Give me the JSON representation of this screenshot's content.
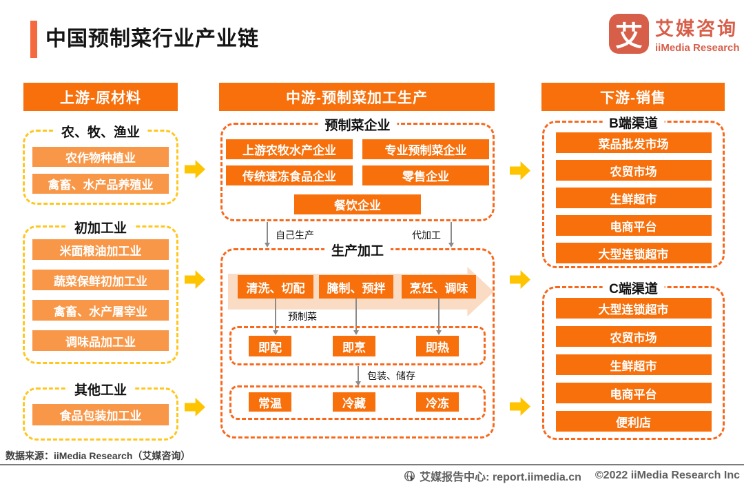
{
  "header": {
    "title": "中国预制菜行业产业链",
    "logo": {
      "icon_char": "艾",
      "name_cn": "艾媒咨询",
      "name_en": "iiMedia Research"
    }
  },
  "columns": {
    "upstream": {
      "header": "上游-原材料",
      "groups": [
        {
          "label": "农、牧、渔业",
          "items": [
            "农作物种植业",
            "禽畜、水产品养殖业"
          ]
        },
        {
          "label": "初加工业",
          "items": [
            "米面粮油加工业",
            "蔬菜保鲜初加工业",
            "禽畜、水产屠宰业",
            "调味品加工业"
          ]
        },
        {
          "label": "其他工业",
          "items": [
            "食品包装加工业"
          ]
        }
      ]
    },
    "midstream": {
      "header": "中游-预制菜加工生产",
      "enterprise_group": {
        "label": "预制菜企业",
        "items": [
          "上游农牧水产企业",
          "专业预制菜企业",
          "传统速冻食品企业",
          "零售企业",
          "餐饮企业"
        ]
      },
      "flow_labels": {
        "self_produce": "自己生产",
        "outsource": "代加工"
      },
      "production_group": {
        "label": "生产加工",
        "process_steps": [
          "清洗、切配",
          "腌制、预拌",
          "烹饪、调味"
        ],
        "ready_label": "预制菜",
        "ready_types": [
          "即配",
          "即烹",
          "即热"
        ],
        "package_label": "包装、储存",
        "storage_types": [
          "常温",
          "冷藏",
          "冷冻"
        ]
      }
    },
    "downstream": {
      "header": "下游-销售",
      "groups": [
        {
          "label": "B端渠道",
          "items": [
            "菜品批发市场",
            "农贸市场",
            "生鲜超市",
            "电商平台",
            "大型连锁超市"
          ]
        },
        {
          "label": "C端渠道",
          "items": [
            "大型连锁超市",
            "农贸市场",
            "生鲜超市",
            "电商平台",
            "便利店"
          ]
        }
      ]
    }
  },
  "footer": {
    "source": "数据来源：iiMedia Research（艾媒咨询）",
    "report_center": "艾媒报告中心: report.iimedia.cn",
    "copyright": "©2022  iiMedia Research  Inc"
  },
  "colors": {
    "primary_orange": "#F7700C",
    "light_orange": "#F89748",
    "arrow_yellow": "#FFC400",
    "yellow_dash": "#FFC61E",
    "orange_dash": "#F8681C",
    "salmon_arrow": "#FADCC5",
    "logo_red": "#D75F4A",
    "accent_bar": "#F4693E"
  }
}
